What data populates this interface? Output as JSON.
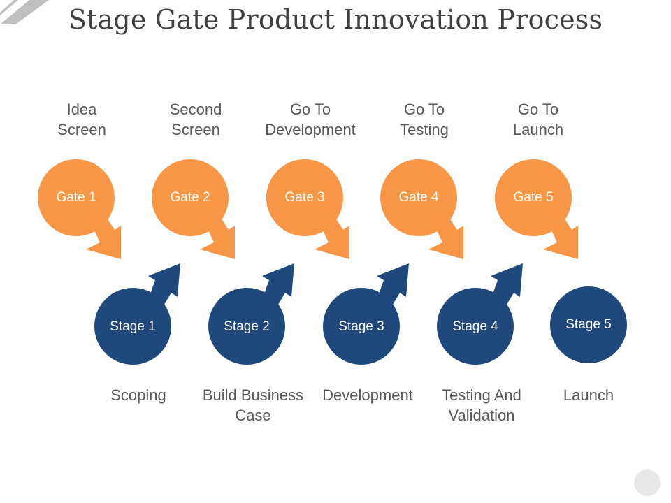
{
  "slide": {
    "title": "Stage Gate Product Innovation Process"
  },
  "colors": {
    "gate": "#F79646",
    "stage": "#1F497D",
    "label_text": "#595959",
    "title_text": "#404040",
    "decoration": "#BFBFBF"
  },
  "gates": [
    {
      "label": "Gate 1",
      "caption_line1": "Idea",
      "caption_line2": "Screen"
    },
    {
      "label": "Gate 2",
      "caption_line1": "Second",
      "caption_line2": "Screen"
    },
    {
      "label": "Gate 3",
      "caption_line1": "Go To",
      "caption_line2": "Development"
    },
    {
      "label": "Gate 4",
      "caption_line1": "Go To",
      "caption_line2": "Testing"
    },
    {
      "label": "Gate 5",
      "caption_line1": "Go To",
      "caption_line2": "Launch"
    }
  ],
  "stages": [
    {
      "label": "Stage 1",
      "caption_line1": "Scoping",
      "caption_line2": ""
    },
    {
      "label": "Stage 2",
      "caption_line1": "Build Business",
      "caption_line2": "Case"
    },
    {
      "label": "Stage 3",
      "caption_line1": "Development",
      "caption_line2": ""
    },
    {
      "label": "Stage 4",
      "caption_line1": "Testing And",
      "caption_line2": "Validation"
    },
    {
      "label": "Stage 5",
      "caption_line1": "Launch",
      "caption_line2": ""
    }
  ]
}
